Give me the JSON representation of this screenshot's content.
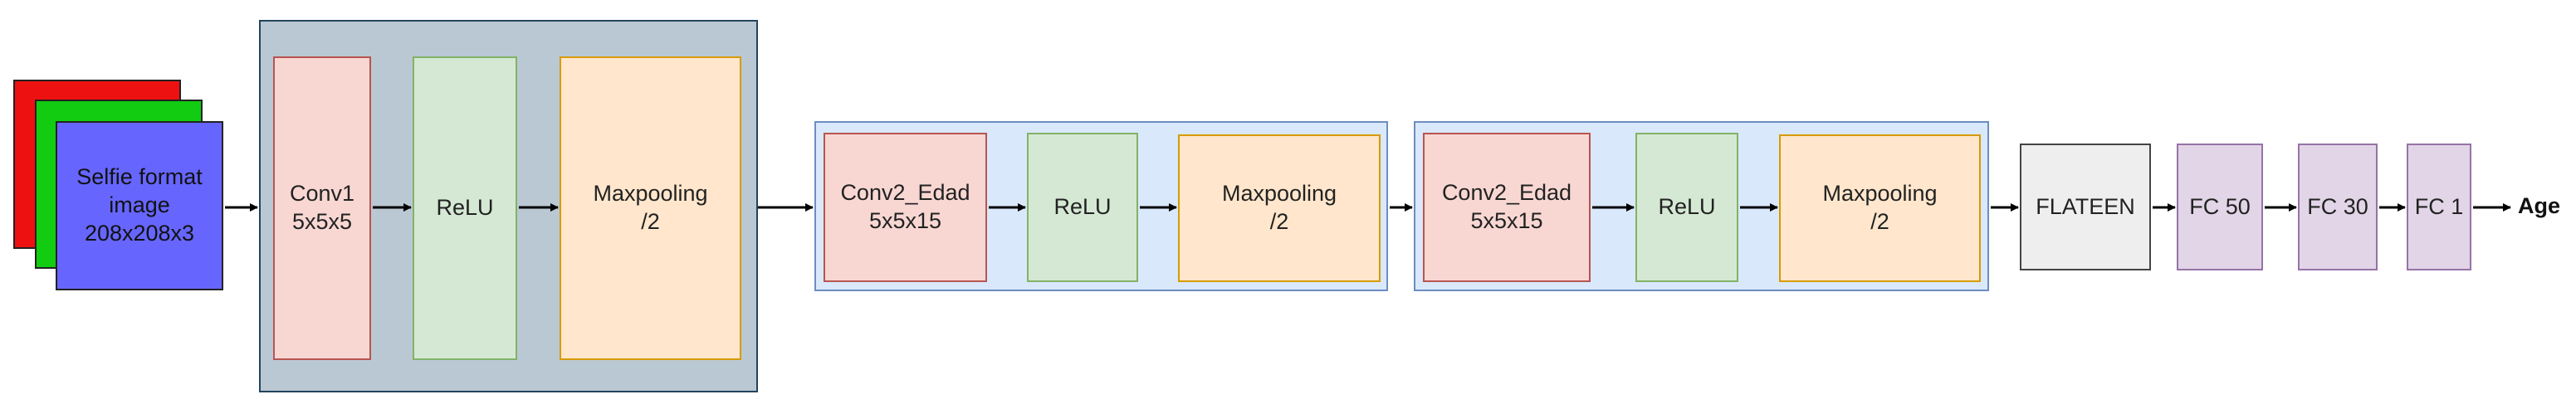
{
  "input": {
    "label": "Selfie format\nimage\n208x208x3",
    "colors": {
      "back": "#ee1111",
      "middle": "#11cc11",
      "front": "#6666ff"
    }
  },
  "groups": [
    {
      "name": "block-1",
      "fill": "#bac8d3",
      "stroke": "#23445d"
    },
    {
      "name": "block-2",
      "fill": "#dae8fc",
      "stroke": "#6c8ebf"
    },
    {
      "name": "block-3",
      "fill": "#dae8fc",
      "stroke": "#6c8ebf"
    }
  ],
  "layers": [
    {
      "label": "Conv1\n5x5x5",
      "fill": "#f8d7d3",
      "stroke": "#b85450"
    },
    {
      "label": "ReLU",
      "fill": "#d5e8d4",
      "stroke": "#82b366"
    },
    {
      "label": "Maxpooling\n/2",
      "fill": "#ffe6cc",
      "stroke": "#d79b00"
    },
    {
      "label": "Conv2_Edad\n5x5x15",
      "fill": "#f8d7d3",
      "stroke": "#b85450"
    },
    {
      "label": "ReLU",
      "fill": "#d5e8d4",
      "stroke": "#82b366"
    },
    {
      "label": "Maxpooling\n/2",
      "fill": "#ffe6cc",
      "stroke": "#d79b00"
    },
    {
      "label": "Conv2_Edad\n5x5x15",
      "fill": "#f8d7d3",
      "stroke": "#b85450"
    },
    {
      "label": "ReLU",
      "fill": "#d5e8d4",
      "stroke": "#82b366"
    },
    {
      "label": "Maxpooling\n/2",
      "fill": "#ffe6cc",
      "stroke": "#d79b00"
    },
    {
      "label": "FLATEEN",
      "fill": "#eeeeee",
      "stroke": "#444444"
    },
    {
      "label": "FC 50",
      "fill": "#e1d5e7",
      "stroke": "#9673a6"
    },
    {
      "label": "FC 30",
      "fill": "#e1d5e7",
      "stroke": "#9673a6"
    },
    {
      "label": "FC 1",
      "fill": "#e1d5e7",
      "stroke": "#9673a6"
    }
  ],
  "output": {
    "label": "Age"
  }
}
